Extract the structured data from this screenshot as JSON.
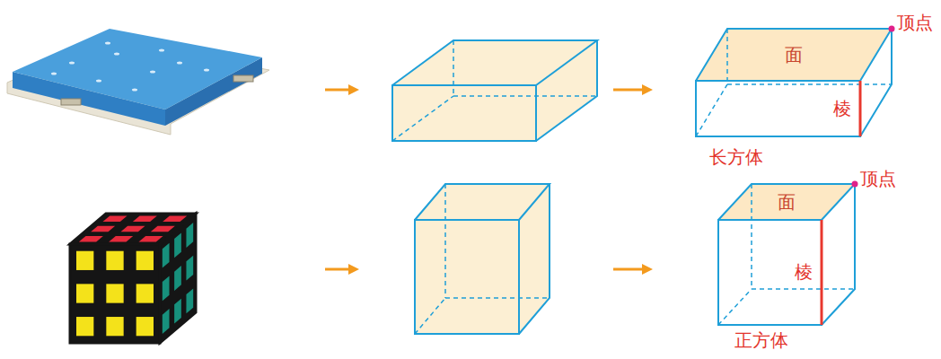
{
  "diagram": {
    "labels": [
      "顶点",
      "面",
      "棱",
      "长方体",
      "顶点",
      "面",
      "棱",
      "正方体"
    ]
  }
}
